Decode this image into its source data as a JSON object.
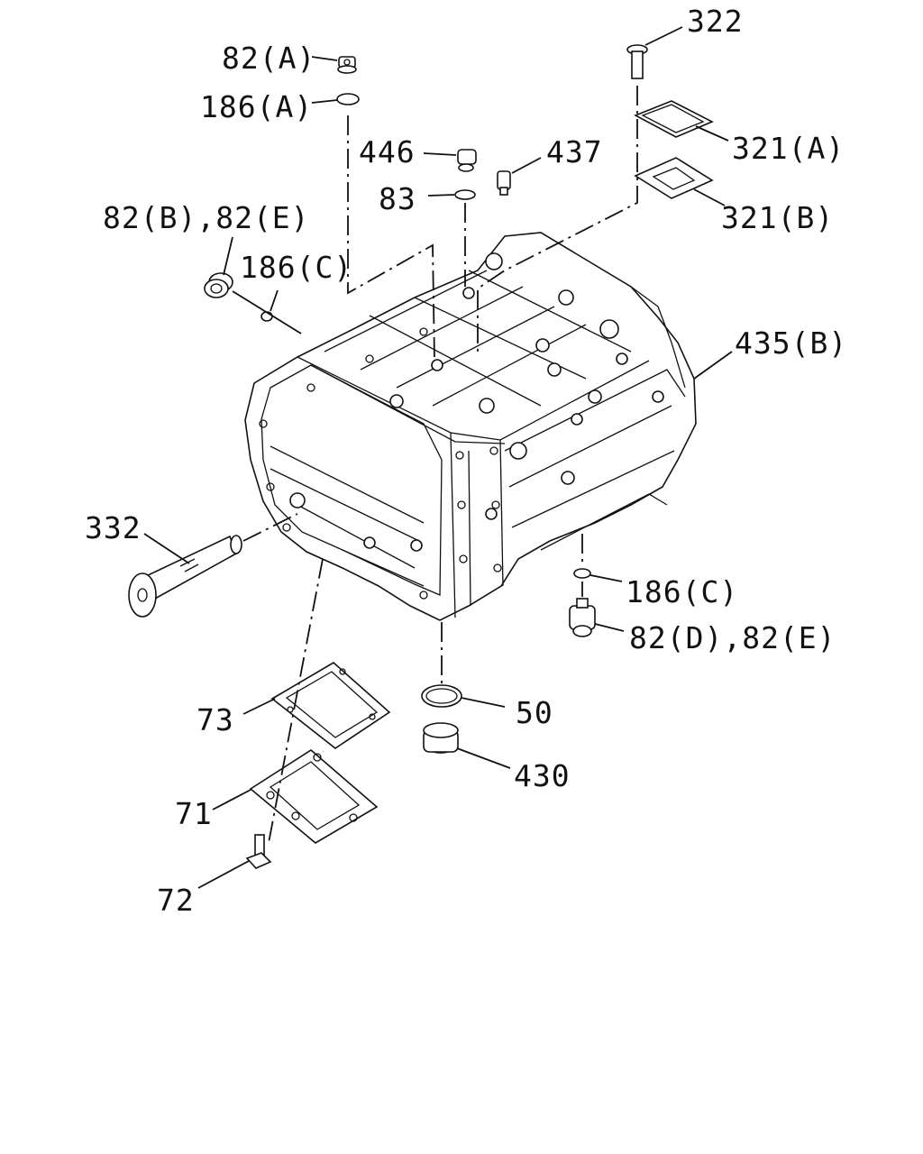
{
  "colors": {
    "ink": "#111111",
    "paper": "#ffffff"
  },
  "labels": {
    "l322": "322",
    "l82a": "82(A)",
    "l186a": "186(A)",
    "l446": "446",
    "l437": "437",
    "l83": "83",
    "l321a": "321(A)",
    "l321b": "321(B)",
    "l82be": "82(B),82(E)",
    "l186c_top": "186(C)",
    "l435b": "435(B)",
    "l332": "332",
    "l186c_bot": "186(C)",
    "l82de": "82(D),82(E)",
    "l50": "50",
    "l73": "73",
    "l430": "430",
    "l71": "71",
    "l72": "72"
  }
}
